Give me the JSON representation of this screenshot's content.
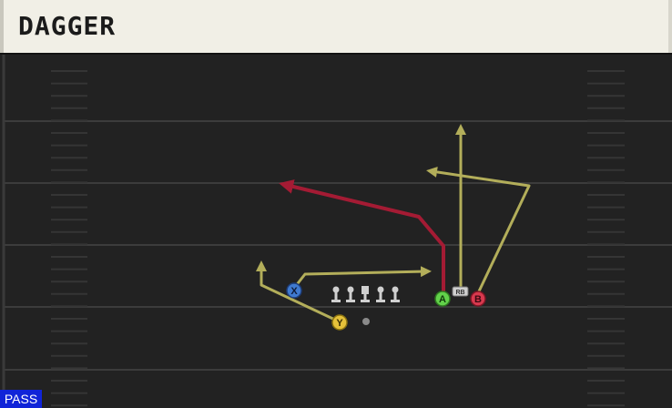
{
  "play": {
    "title": "DAGGER",
    "type_badge": "PASS"
  },
  "players": {
    "x": "X",
    "y": "Y",
    "a": "A",
    "b": "B",
    "rb": "RB"
  },
  "colors": {
    "field": "#222222",
    "yard_line": "#3c3c3c",
    "hash": "#3a3a3a",
    "route_default": "#b3ae5a",
    "route_primary": "#a41b34",
    "player_x": "#3f7ad0",
    "player_y": "#e5c13a",
    "player_a": "#62d14a",
    "player_b": "#d8394e",
    "lineman": "#d0d0d0",
    "badge_bg": "#1024d8"
  }
}
